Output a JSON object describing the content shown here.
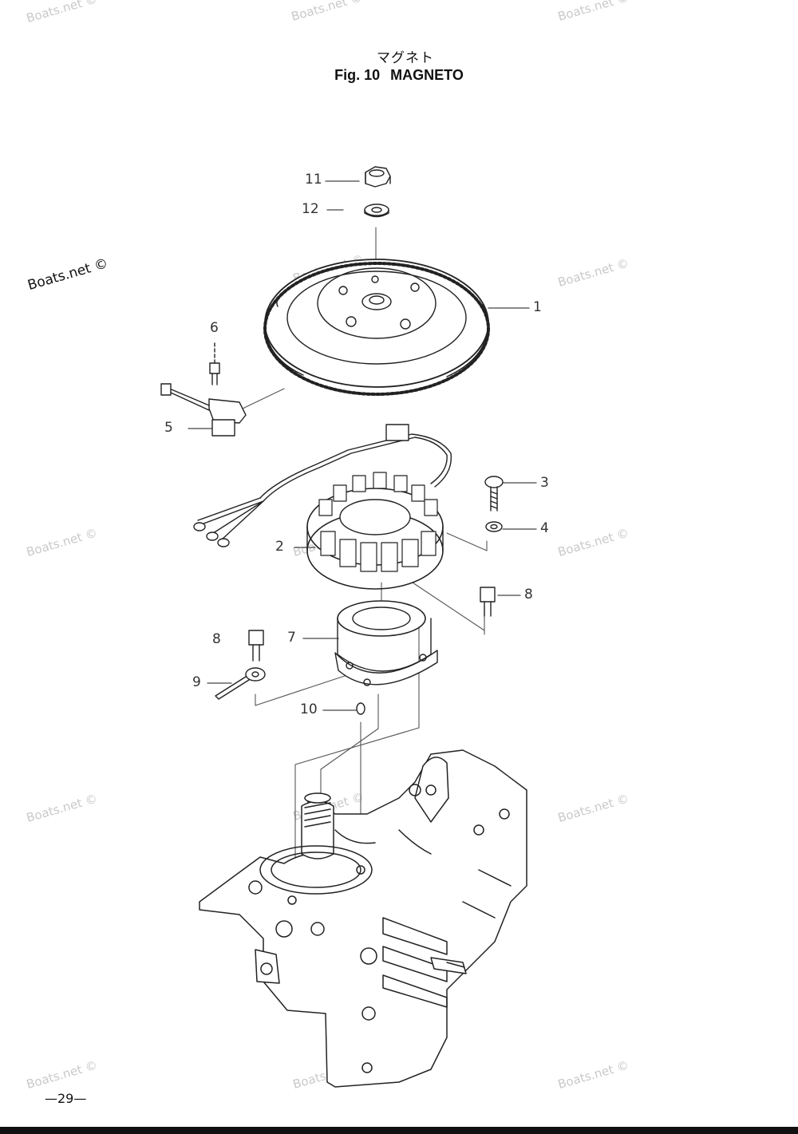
{
  "header": {
    "title_jp": "マグネト",
    "fig_label": "Fig. 10",
    "fig_title": "MAGNETO"
  },
  "watermarks": [
    "Boats.net ©",
    "Boats.net ©",
    "Boats.net ©",
    "Boats.net ©",
    "Boats.net ©",
    "Boats.net ©",
    "Boats.net ©",
    "Boats.net ©",
    "Boats.net ©",
    "Boats.net ©",
    "Boats.net ©",
    "Boats.net ©",
    "Boats.net ©",
    "Boats.net ©",
    "Boats.net ©"
  ],
  "callouts": {
    "c1": "1",
    "c2": "2",
    "c3": "3",
    "c4": "4",
    "c5": "5",
    "c6": "6",
    "c7": "7",
    "c8a": "8",
    "c8b": "8",
    "c9": "9",
    "c10": "10",
    "c11": "11",
    "c12": "12"
  },
  "footer": {
    "page_number": "29"
  }
}
